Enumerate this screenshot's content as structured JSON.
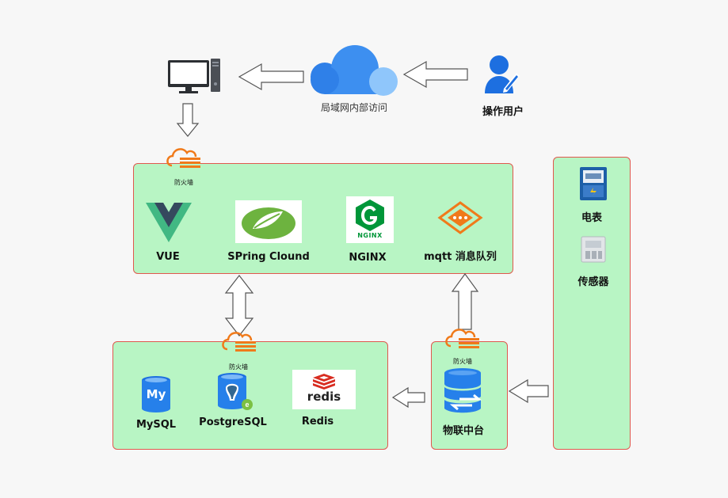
{
  "top": {
    "cloud_label": "局域网内部访问",
    "user_label": "操作用户"
  },
  "firewall": {
    "label": "防火墙"
  },
  "app_layer": {
    "vue": "VUE",
    "spring": "SPring Clound",
    "nginx": "NGINX",
    "nginx_logo_text": "NGINX",
    "mqtt": "mqtt 消息队列"
  },
  "data_layer": {
    "mysql": "MySQL",
    "mysql_logo_text": "My",
    "postgres": "PostgreSQL",
    "redis": "Redis",
    "redis_logo_text": "redis"
  },
  "iot": {
    "label": "物联中台"
  },
  "devices": {
    "meter": "电表",
    "sensor": "传感器"
  },
  "colors": {
    "panel_fill": "#b8f5c4",
    "panel_border": "#e0584e",
    "firewall_orange": "#f07a1a",
    "cloud_blue": "#3d8ff0",
    "user_blue": "#1d6fe0"
  }
}
